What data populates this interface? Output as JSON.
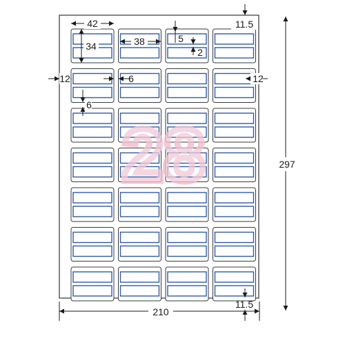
{
  "diagram": {
    "count_watermark": "28",
    "colors": {
      "label_border": "#3a3a3a",
      "inner_field": "#2f5aa8",
      "watermark": "#f2c9d6",
      "dimension": "#1a1a1a"
    },
    "dimensions": {
      "label_width": "42",
      "label_height": "34",
      "inner_width": "38",
      "inner_top": "5",
      "inner_gap": "2",
      "top_margin": "11.5",
      "bottom_margin": "11.5",
      "left_margin": "12",
      "right_margin": "12",
      "column_gap": "6",
      "row_gap": "6",
      "sheet_width": "210",
      "sheet_height": "297"
    },
    "grid": {
      "columns": 4,
      "rows": 7
    }
  }
}
